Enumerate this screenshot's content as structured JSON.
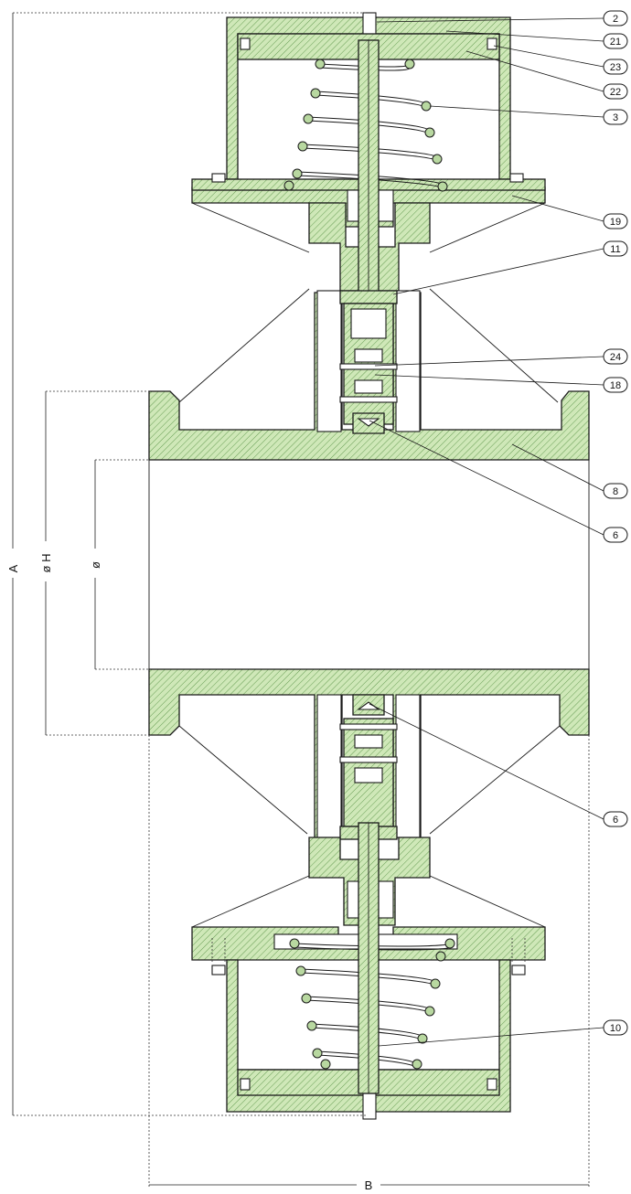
{
  "callouts": {
    "c2": "2",
    "c21": "21",
    "c23": "23",
    "c22": "22",
    "c3": "3",
    "c19": "19",
    "c11": "11",
    "c24": "24",
    "c18": "18",
    "c8": "8",
    "c6a": "6",
    "c6b": "6",
    "c10": "10"
  },
  "dimensions": {
    "overall_height": "A",
    "flange_diameter": "ø H",
    "bore_diameter": "ø",
    "overall_width": "B"
  },
  "colors": {
    "part_fill": "#cfe8b8",
    "hatch": "#4c8a3a",
    "coil_fill": "#b8d8a0"
  }
}
